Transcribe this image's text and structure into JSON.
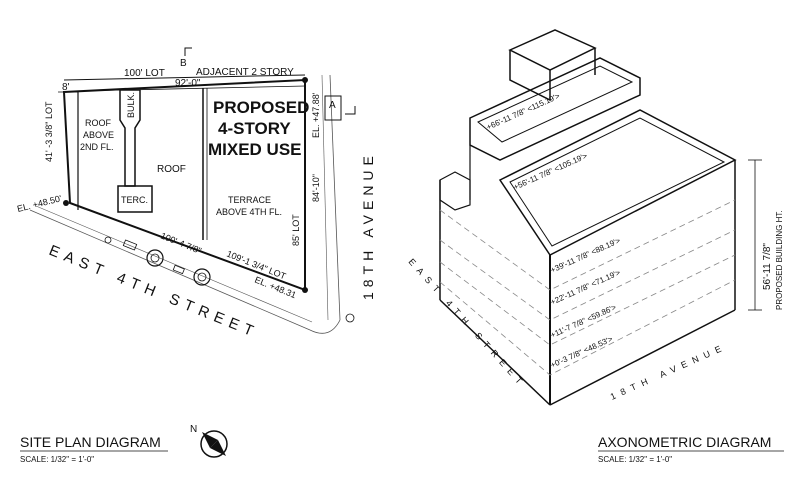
{
  "site_plan": {
    "labels": {
      "lot_100": "100' LOT",
      "section_b": "B",
      "adjacent": "ADJACENT 2 STORY",
      "dim_8": "8'",
      "dim_92": "92'-0\"",
      "roof_above": [
        "ROOF",
        "ABOVE",
        "2ND FL."
      ],
      "bulk": "BULK.",
      "roof": "ROOF",
      "proposed": [
        "PROPOSED",
        "4-STORY",
        "MIXED USE"
      ],
      "el_47": "EL. +47.88'",
      "section_a": "A",
      "avenue": "18TH AVENUE",
      "lot_41": "41' -3 3/8\" LOT",
      "terc": "TERC.",
      "terrace": [
        "TERRACE",
        "ABOVE 4TH FL."
      ],
      "lot_85": "85' LOT",
      "dim_84": "84'-10\"",
      "el_48_50": "EL. +48.50'",
      "dim_100_4": "100'-4 7/8\"",
      "dim_109": "109'-1 3/4\" LOT",
      "el_48_31": "EL. +48.31",
      "street": "EAST 4TH STREET"
    },
    "title": "SITE PLAN DIAGRAM",
    "scale": "SCALE: 1/32\" = 1'-0\"",
    "north": "N"
  },
  "axonometric": {
    "labels": {
      "l66": "+66'-11 7/8\" <115.19'>",
      "l56": "+56'-11 7/8\" <105.19'>",
      "l39": "+39'-11 7/8\" <88.19'>",
      "l22": "+22'-11 7/8\" <71.19'>",
      "l11": "+11'-7 7/8\" <59.86'>",
      "l0": "+0'-3 7/8\" <48.53'>",
      "height": "56'-11 7/8\"",
      "height_sub": "PROPOSED BUILDING HT.",
      "street": "EAST 4TH STREET",
      "avenue": "18TH AVENUE"
    },
    "title": "AXONOMETRIC DIAGRAM",
    "scale": "SCALE: 1/32\" = 1'-0\""
  }
}
